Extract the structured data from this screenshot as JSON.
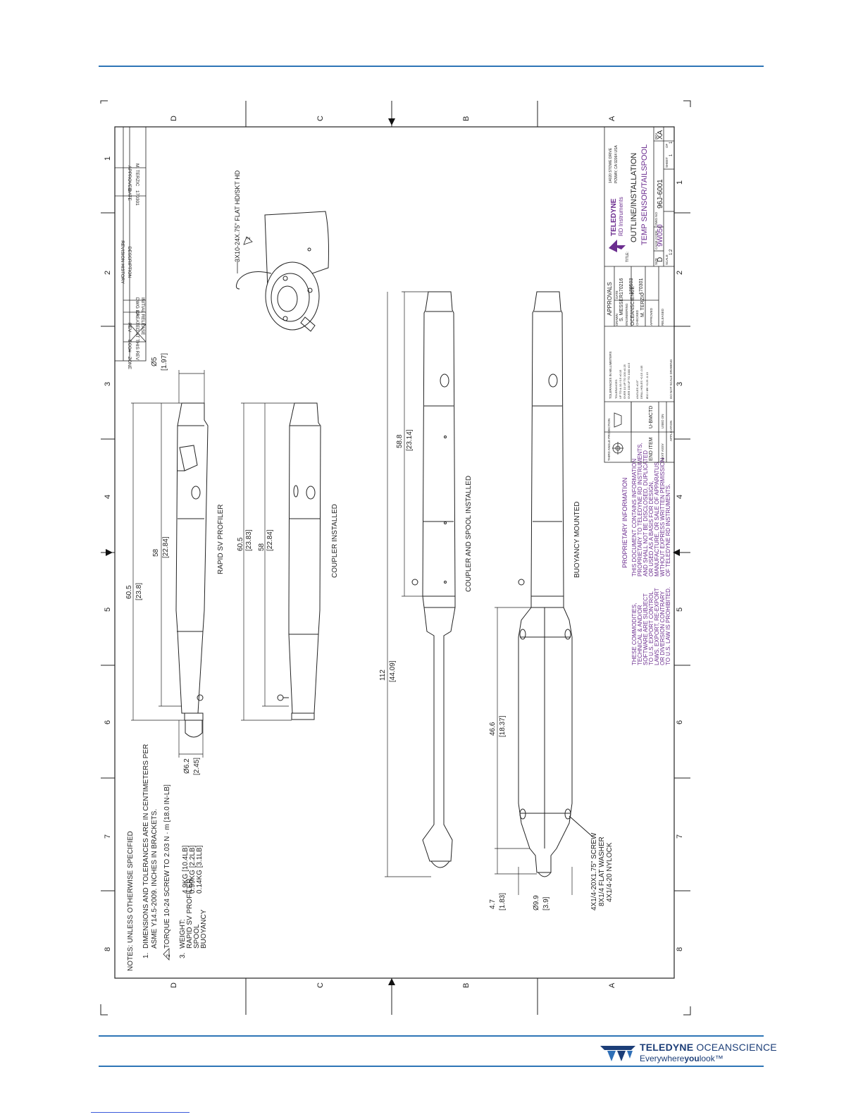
{
  "border": {
    "zone_letters": [
      "D",
      "C",
      "B",
      "A"
    ],
    "zone_numbers": [
      "1",
      "2",
      "3",
      "4",
      "5",
      "6",
      "7",
      "8"
    ]
  },
  "revision_history": {
    "title": "REVISION HISTORY",
    "headers": [
      "ZONE",
      "ECO#",
      "REV",
      "DESCRIPTION",
      "DATE",
      "APPROVED"
    ],
    "rev": "XA",
    "description_1": "DWG CREATED AT THIS REV",
    "description_2": "INITIAL RELEASE",
    "date": "170301",
    "approved": "M. TERZIC"
  },
  "views": {
    "profiler": "RAPID SV PROFILER",
    "coupler": "COUPLER INSTALLED",
    "coupler_spool": "COUPLER AND SPOOL INSTALLED",
    "buoyancy": "BUOYANCY MOUNTED"
  },
  "dimensions": {
    "d_5": "Ø5",
    "d_5_in": "[1.97]",
    "d_60_5": "60.5",
    "d_60_5_in": "[23.8]",
    "d_58": "58",
    "d_58_in": "[22.84]",
    "d_6_2": "Ø6.2",
    "d_6_2_in": "[2.45]",
    "c_60_5": "60.5",
    "c_60_5_in": "[23.83]",
    "c_58": "58",
    "c_58_in": "[22.84]",
    "d_58_8": "58.8",
    "d_58_8_in": "[23.14]",
    "d_112": "112",
    "d_112_in": "[44.09]",
    "d_46_6": "46.6",
    "d_46_6_in": "[18.37]",
    "d_4_7": "4.7",
    "d_4_7_in": "[1.83]",
    "d_9_9": "Ø9.9",
    "d_9_9_in": "[3.9]"
  },
  "callouts": {
    "screw": "3X10-24X.75\" FLAT HD/SKT HD",
    "note_flag": "2",
    "hardware_1": "4X1/4-20X1.75\" SCREW",
    "hardware_2": "8X1/4 FLAT WASHER",
    "hardware_3": "4X1/4-20 NYLOCK"
  },
  "notes": {
    "title": "NOTES: UNLESS OTHERWISE SPECIFIED",
    "n1_num": "1.",
    "n1_a": "DIMENSIONS AND TOLERANCES ARE IN CENTIMETERS PER",
    "n1_b": "ASME Y14.5-2009. INCHES IN BRACKETS.",
    "n2_num": "2",
    "n2": "TORQUE 10-24 SCREW TO 2.03 N · m [18.0 IN-LB]",
    "n3_num": "3.",
    "n3": "WEIGHT:",
    "weights": [
      {
        "item": "RAPID SV PROFILER",
        "value": "4.9KG [10.4LB]"
      },
      {
        "item": "SPOOL",
        "value": "0.99KG [2.2LB]"
      },
      {
        "item": "BUOYANCY",
        "value": "0.14KG [3.1LB]"
      }
    ]
  },
  "proprietary": {
    "title": "PROPRIETARY INFORMATION",
    "lines": [
      "THIS DOCUMENT CONTAINS INFORMATION",
      "PROPRIETARY TO TELEDYNE RD INSTRUMENTS,",
      "AND SHALL NOT BE DISCLOSED, DUPLICATED",
      "OR USED AS A BASIS FOR DESIGN,",
      "MANUFACTURE, OR SALE OF APPARATUS",
      "WITHOUT EXPRESS WRITTEN PERMISSION",
      "OF TELEDYNE RD INSTRUMENTS."
    ]
  },
  "export": {
    "lines": [
      "THESE COMMODITIES,",
      "TECHNICAL & AND/OR",
      "SOFTWARE ARE SUBJECT",
      "TO U.S. EXPORT CONTROL",
      "LAWS. EXPORT, RE-EXPORT",
      "OR DIVERSION CONTRARY",
      "TO U.S. LAW IS PROHIBITED."
    ]
  },
  "projection": {
    "title": "THIRD ANGLE PROJECTION",
    "end_item": "END ITEM",
    "end_item_val": "U-BMCTD",
    "next_assy": "NEXT ASSY",
    "used_on": "USED ON",
    "application": "APPLICATION"
  },
  "tolerances": {
    "title": "TOLERANCES IN MILLIMETERS",
    "l1": "TOLERANCES:",
    "l2": "UP TO & 10 / 0.5 ±0.15",
    "l3": "OVER 10 UP TO 100 ±0.25",
    "l4": "OVER 100 UP TO 1000 ±0.5",
    "l5": "ANGLES ±0.5°",
    "l6": "DRILL HOLES +0.15 -0.05",
    "l7": "Ø12 / Ø6 +0.25 -0.13",
    "dnsd": "DO NOT SCALE DRAWING"
  },
  "approvals": {
    "title": "APPROVALS",
    "drawn_label": "DRAWN",
    "drawn": "S. MESSER",
    "drawn_date": "170216",
    "engineer_label": "ENGINEERING",
    "engineer": "OCEANSCIENCE",
    "engineer_date": "130503",
    "checked_label": "CHECKED",
    "checked": "M. TERZIC",
    "checked_date": "170301",
    "approved_label": "APPROVED",
    "released_label": "RELEASED",
    "date_label": "DATE"
  },
  "title_block": {
    "company": "TELEDYNE",
    "division": "RD Instruments",
    "address_1": "14020 STOWE DRIVE",
    "address_2": "POWAY, CA 92064 USA",
    "title_label": "TITLE:",
    "title_1": "OUTLINE/INSTALLATION",
    "title_2": "TEMP SENSOR/TAILSPOOL",
    "size_label": "SIZE",
    "size": "D",
    "cage_label": "CAGE CODE",
    "cage": "9W050",
    "dwg_label": "DWG NO",
    "dwg": "96J-6001",
    "rev_label": "REV",
    "rev": "XA",
    "scale_label": "SCALE",
    "scale": "1:2",
    "sheet_label": "SHEET",
    "sheet": "1",
    "of_label": "OF",
    "sheet_total": "1"
  },
  "footer": {
    "brand_1": "TELEDYNE",
    "brand_2": " OCEANSCIENCE",
    "tag_1": "Everywhere",
    "tag_2": "you",
    "tag_3": "look",
    "tm": "™"
  }
}
